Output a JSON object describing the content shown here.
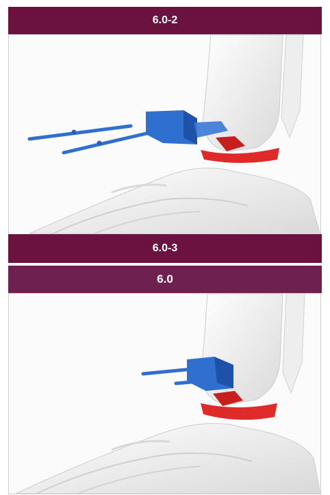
{
  "panels": [
    {
      "label": "6.0-2"
    },
    {
      "label": "6.0-3"
    },
    {
      "label": "6.0"
    }
  ],
  "colors": {
    "header_dark": "#6B1340",
    "header_light": "#6E2050",
    "implant_blue": "#2F6FCE",
    "resection_red": "#E02A2A",
    "bone": "#EDEDED"
  }
}
